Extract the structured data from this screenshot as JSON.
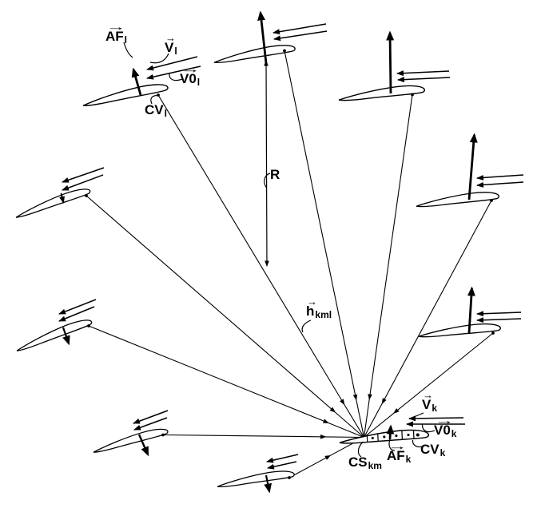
{
  "colors": {
    "background": "#ffffff",
    "ink": "#000000"
  },
  "figure": {
    "airfoil_count": 10,
    "radial_line_count": 9,
    "flow_arrow_pairs": 10
  },
  "labels": {
    "v_l": {
      "main": "V",
      "sub": "l",
      "vector": true
    },
    "v0_l": {
      "main": "V0",
      "sub": "l",
      "vector": true
    },
    "af_l": {
      "main": "AF",
      "sub": "l",
      "vector": true
    },
    "cv_l": {
      "main": "CV",
      "sub": "l",
      "vector": false
    },
    "r": {
      "main": "R",
      "sub": "",
      "vector": false
    },
    "h_kml": {
      "main": "h",
      "sub": "kml",
      "vector": true
    },
    "v_k": {
      "main": "V",
      "sub": "k",
      "vector": true
    },
    "v0_k": {
      "main": "V0",
      "sub": "k",
      "vector": true
    },
    "af_k": {
      "main": "AF",
      "sub": "k",
      "vector": true
    },
    "cv_k": {
      "main": "CV",
      "sub": "k",
      "vector": false
    },
    "cs_km": {
      "main": "CS",
      "sub": "km",
      "vector": false
    }
  },
  "vector_arrow_glyph": "→"
}
